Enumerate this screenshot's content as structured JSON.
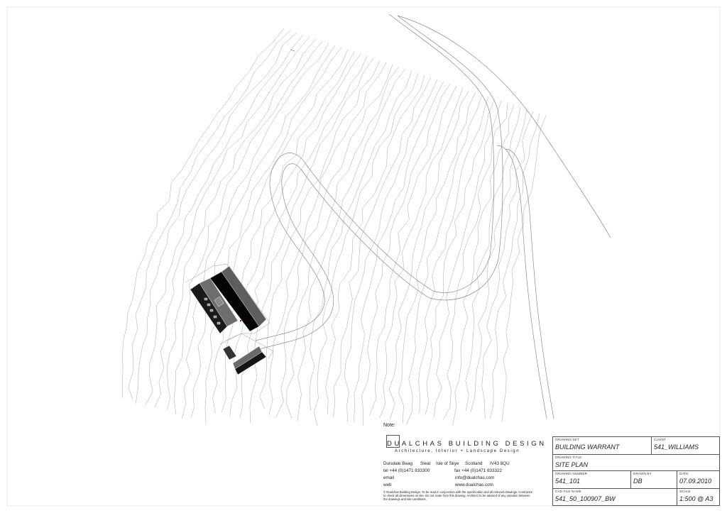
{
  "note_label": "Note:",
  "firm": {
    "name": "DUALCHAS BUILDING DESIGN",
    "tagline": "Architecture, Interior + Landscape Design",
    "address": [
      "Duisdale Beag",
      "Sleat",
      "Isle of Skye",
      "Scotland",
      "IV43 8QU"
    ],
    "tel": "tel  +44 (0)1471 833300",
    "fax": "fax  +44 (0)1471 833322",
    "email_label": "email",
    "email": "info@dualchas.com",
    "web_label": "web",
    "web": "www.dualchas.com",
    "disclaimer": "© Dualchas Building Design.  To be read in conjunction with the specification and all relevant drawings. Contractor to check all dimensions on site.  Do not scale from this drawing.  Architect to be advised of any variation between the drawings and site conditions."
  },
  "title_block": {
    "drawing_set": {
      "label": "DRAWING SET",
      "value": "BUILDING WARRANT"
    },
    "client": {
      "label": "CLIENT",
      "value": "541_WILLIAMS"
    },
    "drawing_title": {
      "label": "DRAWING TITLE",
      "value": "SITE PLAN"
    },
    "drawing_number": {
      "label": "DRAWING NUMBER",
      "value": "541_101"
    },
    "drawn_by": {
      "label": "DRAWN BY",
      "value": "DB"
    },
    "date": {
      "label": "DATE",
      "value": "07.09.2010"
    },
    "cad_file": {
      "label": "CAD FILE NAME",
      "value": "541_50_100907_BW"
    },
    "scale": {
      "label": "SCALE",
      "value": "1:500 @ A3"
    }
  },
  "colors": {
    "contour": "#9a9a9a",
    "road": "#888888",
    "building_dark": "#1a1a1a",
    "building_grey": "#6e6e6e",
    "building_black": "#050505"
  }
}
